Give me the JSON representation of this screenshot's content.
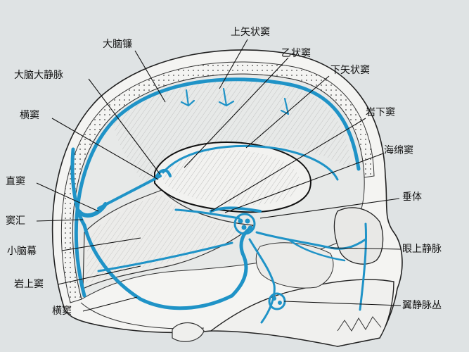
{
  "labels": {
    "dnl": "大脑镰",
    "sszd": "上矢状窦",
    "dndjm": "大脑大静脉",
    "yzd": "乙状窦",
    "xszd": "下矢状窦",
    "hd_top": "横窦",
    "yxd": "岩下窦",
    "hmd": "海绵窦",
    "zd": "直窦",
    "ct": "垂体",
    "dh": "窦汇",
    "xnm": "小脑幕",
    "ysjm": "眼上静脉",
    "ysd": "岩上窦",
    "hd_bottom": "横窦",
    "yjmc": "翼静脉丛"
  },
  "colors": {
    "vein": "#1f93c7",
    "bone": "#f4f4f2",
    "background": "#dfe3e4"
  }
}
